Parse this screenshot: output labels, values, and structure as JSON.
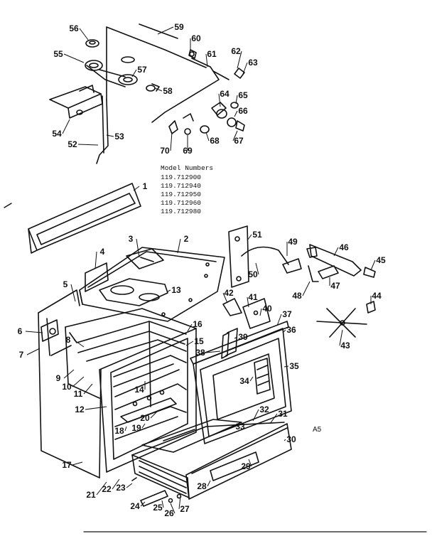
{
  "diagram": {
    "model_numbers_heading": "Model Numbers",
    "model_numbers": [
      "119.712900",
      "119.712940",
      "119.712950",
      "119.712960",
      "119.712980"
    ],
    "figure_code": "A5",
    "part_numbers": [
      "1",
      "2",
      "3",
      "4",
      "5",
      "6",
      "7",
      "8",
      "9",
      "10",
      "11",
      "12",
      "13",
      "14",
      "15",
      "16",
      "17",
      "18",
      "19",
      "20",
      "21",
      "22",
      "23",
      "24",
      "25",
      "26",
      "27",
      "28",
      "29",
      "30",
      "31",
      "32",
      "33",
      "34",
      "35",
      "36",
      "37",
      "38",
      "39",
      "40",
      "41",
      "42",
      "43",
      "44",
      "45",
      "46",
      "47",
      "48",
      "49",
      "50",
      "51",
      "52",
      "53",
      "54",
      "55",
      "56",
      "57",
      "58",
      "59",
      "60",
      "61",
      "62",
      "63",
      "64",
      "65",
      "66",
      "67",
      "68",
      "69",
      "70"
    ]
  }
}
